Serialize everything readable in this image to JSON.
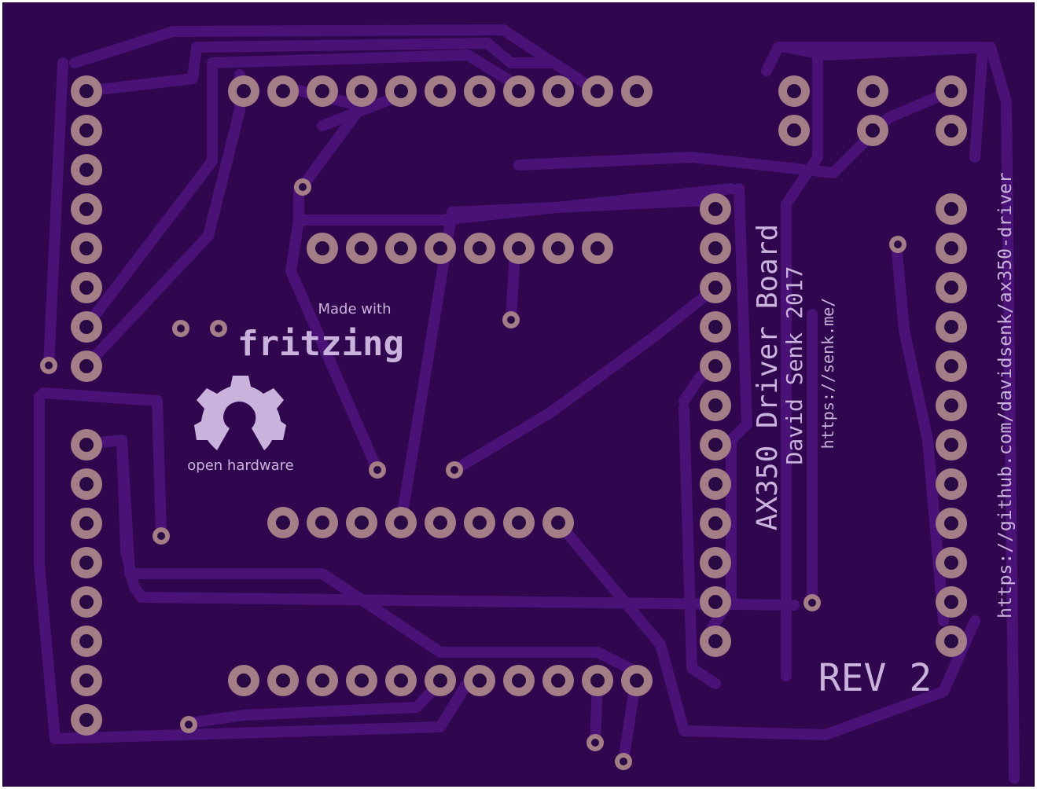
{
  "board": {
    "title": "AX350 Driver Board",
    "author": "David Senk 2017",
    "website": "https://senk.me/",
    "repo": "https://github.com/davidsenk/ax350-driver",
    "revision": "REV 2",
    "made_with": "Made with",
    "fritzing": "fritzing",
    "open_hardware": "open hardware"
  },
  "colors": {
    "board": "#30064f",
    "trace": "#4a1276",
    "pad": "#a47e86",
    "silkscreen": "#c9b3dd"
  }
}
